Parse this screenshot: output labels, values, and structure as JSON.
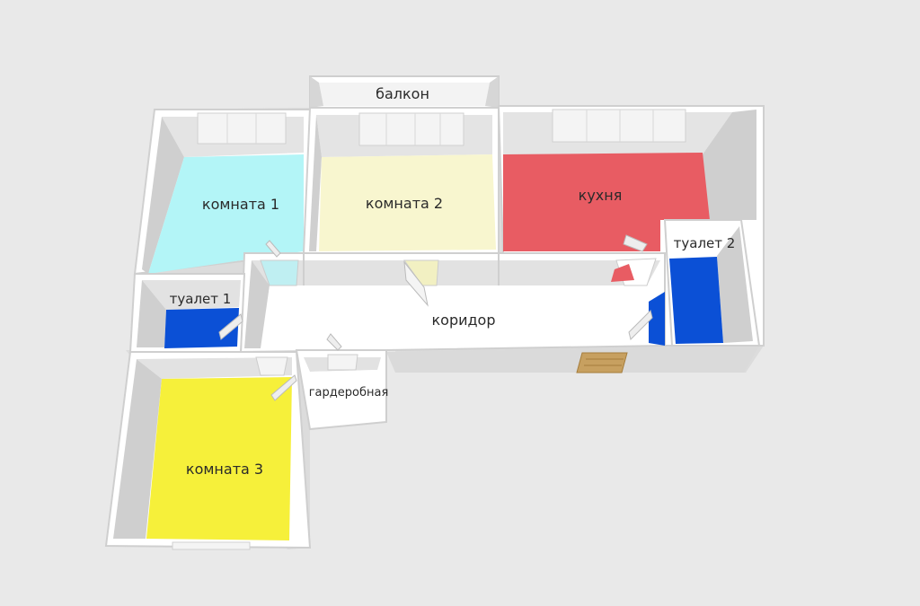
{
  "colors": {
    "background": "#e9e9e9",
    "wall_top": "#ffffff",
    "wall_side": "#d9d9d9",
    "wall_inner": "#c8c8c8",
    "room1": "#b3f5f7",
    "room2": "#f8f6cf",
    "kitchen": "#e85c63",
    "wc1": "#0b50d6",
    "wc2": "#0b50d6",
    "corridor": "#ffffff",
    "room3": "#f6f03a",
    "wardrobe": "#ffffff",
    "balcony": "#f7f7f7"
  },
  "rooms": {
    "balcony": {
      "label": "балкон"
    },
    "room1": {
      "label": "комната 1"
    },
    "room2": {
      "label": "комната 2"
    },
    "kitchen": {
      "label": "кухня"
    },
    "wc2": {
      "label": "туалет 2"
    },
    "wc1": {
      "label": "туалет 1"
    },
    "corridor": {
      "label": "коридор"
    },
    "wardrobe": {
      "label": "гардеробная"
    },
    "room3": {
      "label": "комната 3"
    }
  },
  "icons": {
    "window": "window-icon",
    "door": "door-icon",
    "entrance": "entrance-mat-icon"
  }
}
